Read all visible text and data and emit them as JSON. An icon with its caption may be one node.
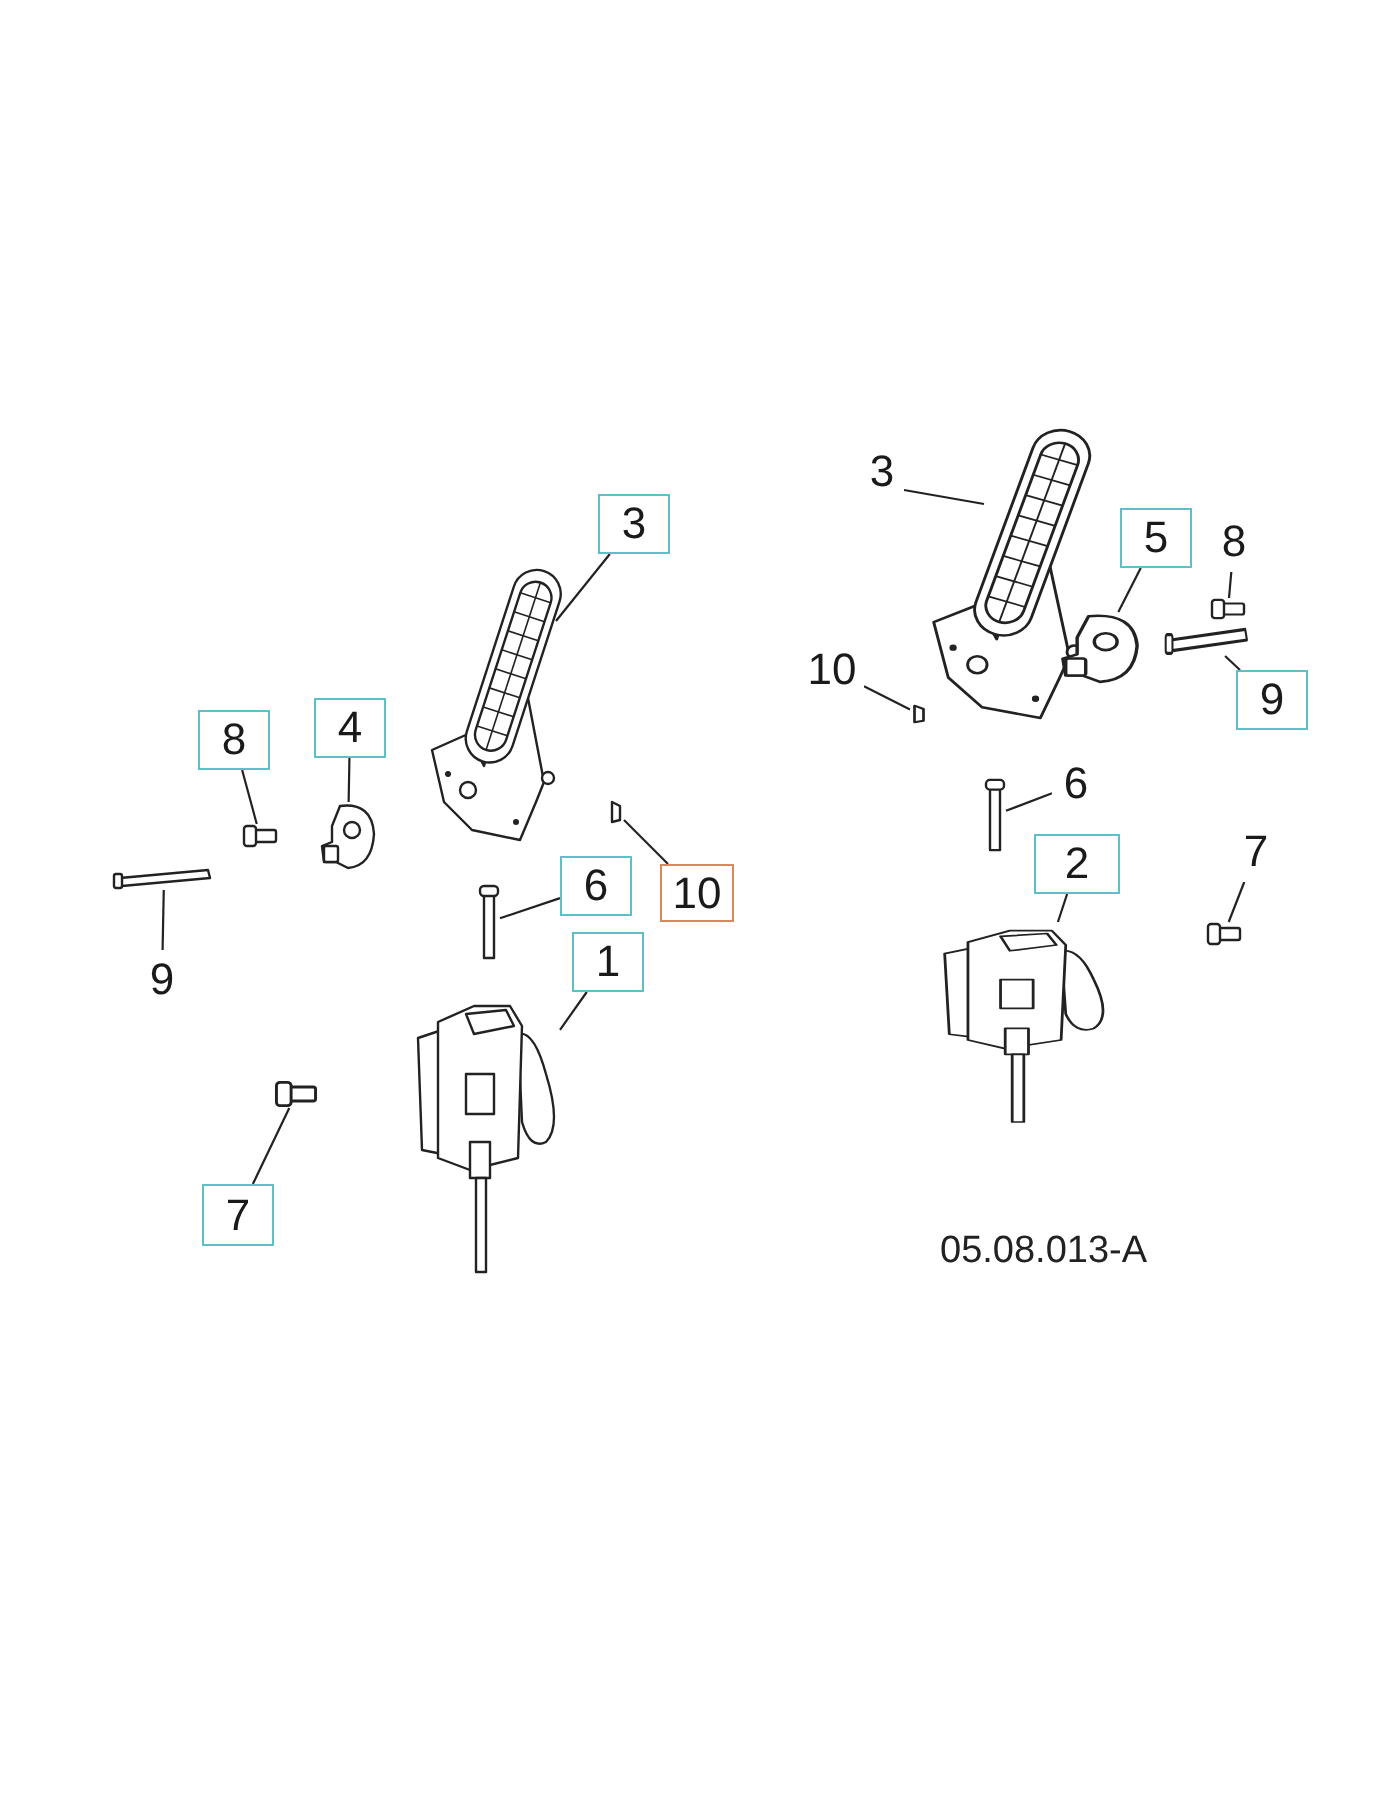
{
  "diagram": {
    "nodes": [
      {
        "text": [
          "3"
        ]
      },
      {
        "text": [],
        "shape": "picture"
      },
      {
        "text": [
          "8"
        ]
      },
      {
        "text": [
          "4"
        ]
      },
      {
        "text": [],
        "shape": "picture"
      },
      {
        "text": [],
        "shape": "picture"
      },
      {
        "text": [],
        "shape": "bar"
      },
      {
        "text": [],
        "shape": "box"
      },
      {
        "text": [
          "9"
        ]
      },
      {
        "text": [
          "6"
        ]
      },
      {
        "text": [
          "10"
        ]
      },
      {
        "text": [],
        "shape": "bar"
      },
      {
        "text": [
          "1"
        ]
      },
      {
        "text": [],
        "shape": "picture"
      },
      {
        "text": [],
        "shape": "picture"
      },
      {
        "text": [
          "7"
        ]
      },
      {
        "text": [
          "3"
        ]
      },
      {
        "text": [],
        "shape": "picture"
      },
      {
        "text": [
          "5"
        ]
      },
      {
        "text": [
          "8"
        ]
      },
      {
        "text": [],
        "shape": "picture"
      },
      {
        "text": [],
        "shape": "picture"
      },
      {
        "text": [],
        "shape": "bar"
      },
      {
        "text": [
          "10"
        ]
      },
      {
        "text": [],
        "shape": "box"
      },
      {
        "text": [
          "9"
        ]
      },
      {
        "text": [
          "6"
        ]
      },
      {
        "text": [],
        "shape": "bar"
      },
      {
        "text": [
          "2"
        ]
      },
      {
        "text": [
          "7"
        ]
      },
      {
        "text": [],
        "shape": "picture"
      },
      {
        "text": [],
        "shape": "picture"
      }
    ],
    "edges": [
      {
        "from": 0,
        "to": 1,
        "arrow": "none"
      },
      {
        "from": 2,
        "to": 4,
        "arrow": "none"
      },
      {
        "from": 3,
        "to": 5,
        "arrow": "none"
      },
      {
        "from": 8,
        "to": 6,
        "arrow": "none"
      },
      {
        "from": 10,
        "to": 7,
        "arrow": "none"
      },
      {
        "from": 9,
        "to": 11,
        "arrow": "none"
      },
      {
        "from": 12,
        "to": 13,
        "arrow": "none"
      },
      {
        "from": 15,
        "to": 14,
        "arrow": "none"
      },
      {
        "from": 16,
        "to": 17,
        "arrow": "none"
      },
      {
        "from": 18,
        "to": 21,
        "arrow": "none"
      },
      {
        "from": 19,
        "to": 20,
        "arrow": "none"
      },
      {
        "from": 25,
        "to": 22,
        "arrow": "none"
      },
      {
        "from": 23,
        "to": 24,
        "arrow": "none"
      },
      {
        "from": 26,
        "to": 27,
        "arrow": "none"
      },
      {
        "from": 28,
        "to": 31,
        "arrow": "none"
      },
      {
        "from": 29,
        "to": 30,
        "arrow": "none"
      }
    ],
    "labels": [
      "05.08.013-A"
    ]
  }
}
